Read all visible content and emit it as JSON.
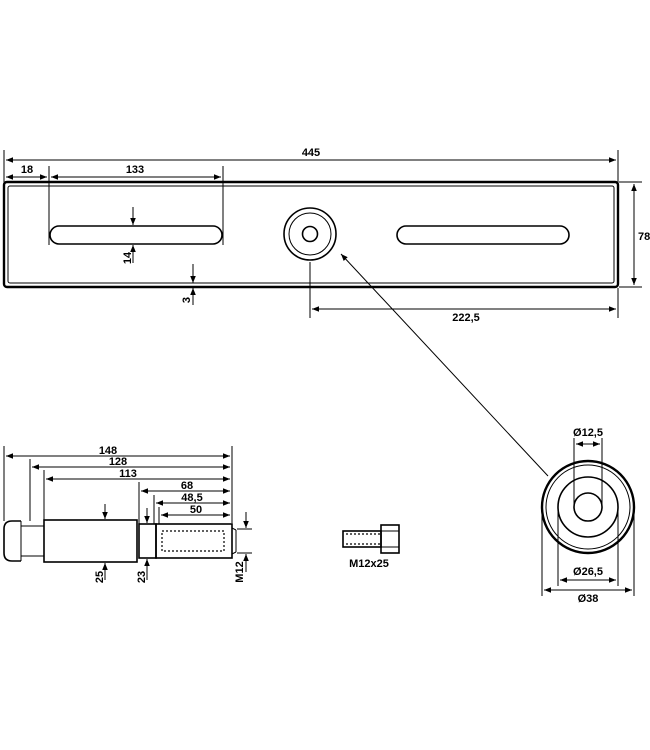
{
  "plate": {
    "length": "445",
    "edge_offset": "18",
    "slot_length": "133",
    "slot_width": "14",
    "corner_gap": "3",
    "height": "78",
    "hole_offset": "222,5"
  },
  "bushing": {
    "inner_diameter": "Ø12,5",
    "middle_diameter": "Ø26,5",
    "outer_diameter": "Ø38"
  },
  "pin": {
    "total_length": "148",
    "length_2": "128",
    "length_3": "113",
    "length_4": "68",
    "length_5": "48,5",
    "length_6": "50",
    "shaft_diameter": "25",
    "collar_diameter": "23",
    "thread": "M12"
  },
  "bolt": {
    "label": "M12x25"
  }
}
